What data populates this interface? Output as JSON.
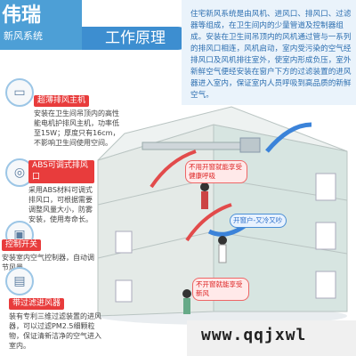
{
  "header": {
    "brand": "伟瑞",
    "brand_sub": "新风系统",
    "title": "工作原理"
  },
  "intro": "住宅新风系统是由风机、进风口、排风口、过滤器等组成，在卫生间内的少量管道及控制器组成。安装在卫生间吊顶内的风机通过管与一系列的排风口相连，风机启动，室内受污染的空气经排风口及风机排往室外，使室内形成负压，室外新鲜空气便经安装在窗户下方的过滤装置的进风器进入室内，保证室内人员呼吸到高品质的新鲜空气。",
  "callouts": [
    {
      "title": "超薄排风主机",
      "text": "安装在卫生间吊顶内的高性能电机护排风主机，功率低至15W；厚度只有16cm，不影响卫生间使用空间。"
    },
    {
      "title": "ABS可调式排风口",
      "text": "采用ABS材料可调式排风口，可根据需要调整风量大小，防雾安装，使用寿命长。"
    },
    {
      "title": "控制开关",
      "text": "安装室内空气控制器，自动调节风量。"
    },
    {
      "title": "带过滤进风器",
      "text": "装有专利三维过滤装置的进风器，可以过滤PM2.5细颗粒物，保证清新洁净的空气进入室内。"
    }
  ],
  "bubbles": [
    "不用开窗就能享受健康呼吸",
    "开窗户-又冷又吵",
    "不开窗就能享受新风"
  ],
  "footer": {
    "url": "www.qqjxwl"
  },
  "colors": {
    "accent": "#3d8ed0",
    "alert": "#e83c3c",
    "wall": "#e6ece9"
  }
}
